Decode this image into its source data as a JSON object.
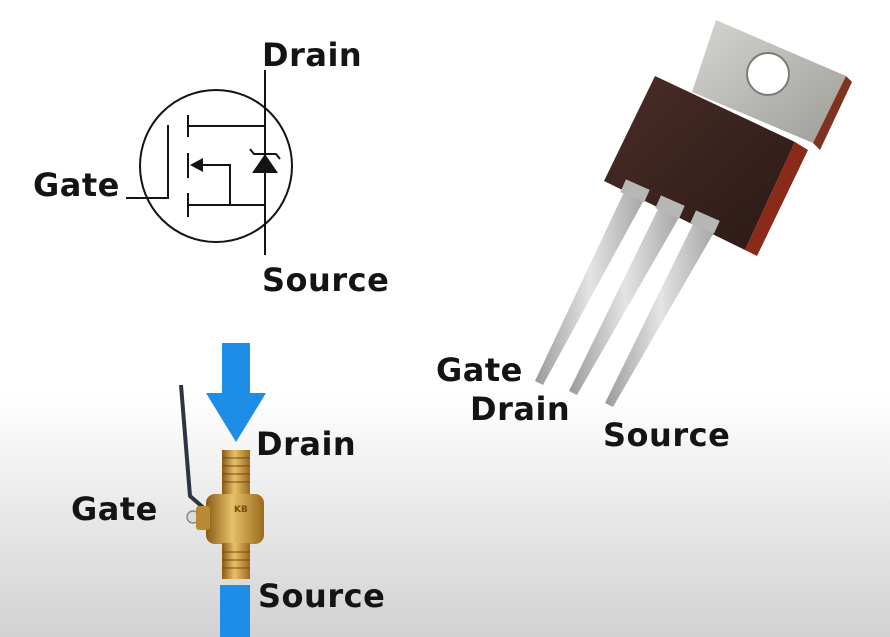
{
  "symbol": {
    "drain": "Drain",
    "gate": "Gate",
    "source": "Source"
  },
  "transistor": {
    "gate": "Gate",
    "drain": "Drain",
    "source": "Source"
  },
  "valve": {
    "drain": "Drain",
    "gate": "Gate",
    "source": "Source",
    "marking": "KB"
  },
  "colors": {
    "flow_arrow": "#1d8de8",
    "brass": "#c8932e",
    "package_body": "#3a2320",
    "tab": "#b8b8b4"
  }
}
